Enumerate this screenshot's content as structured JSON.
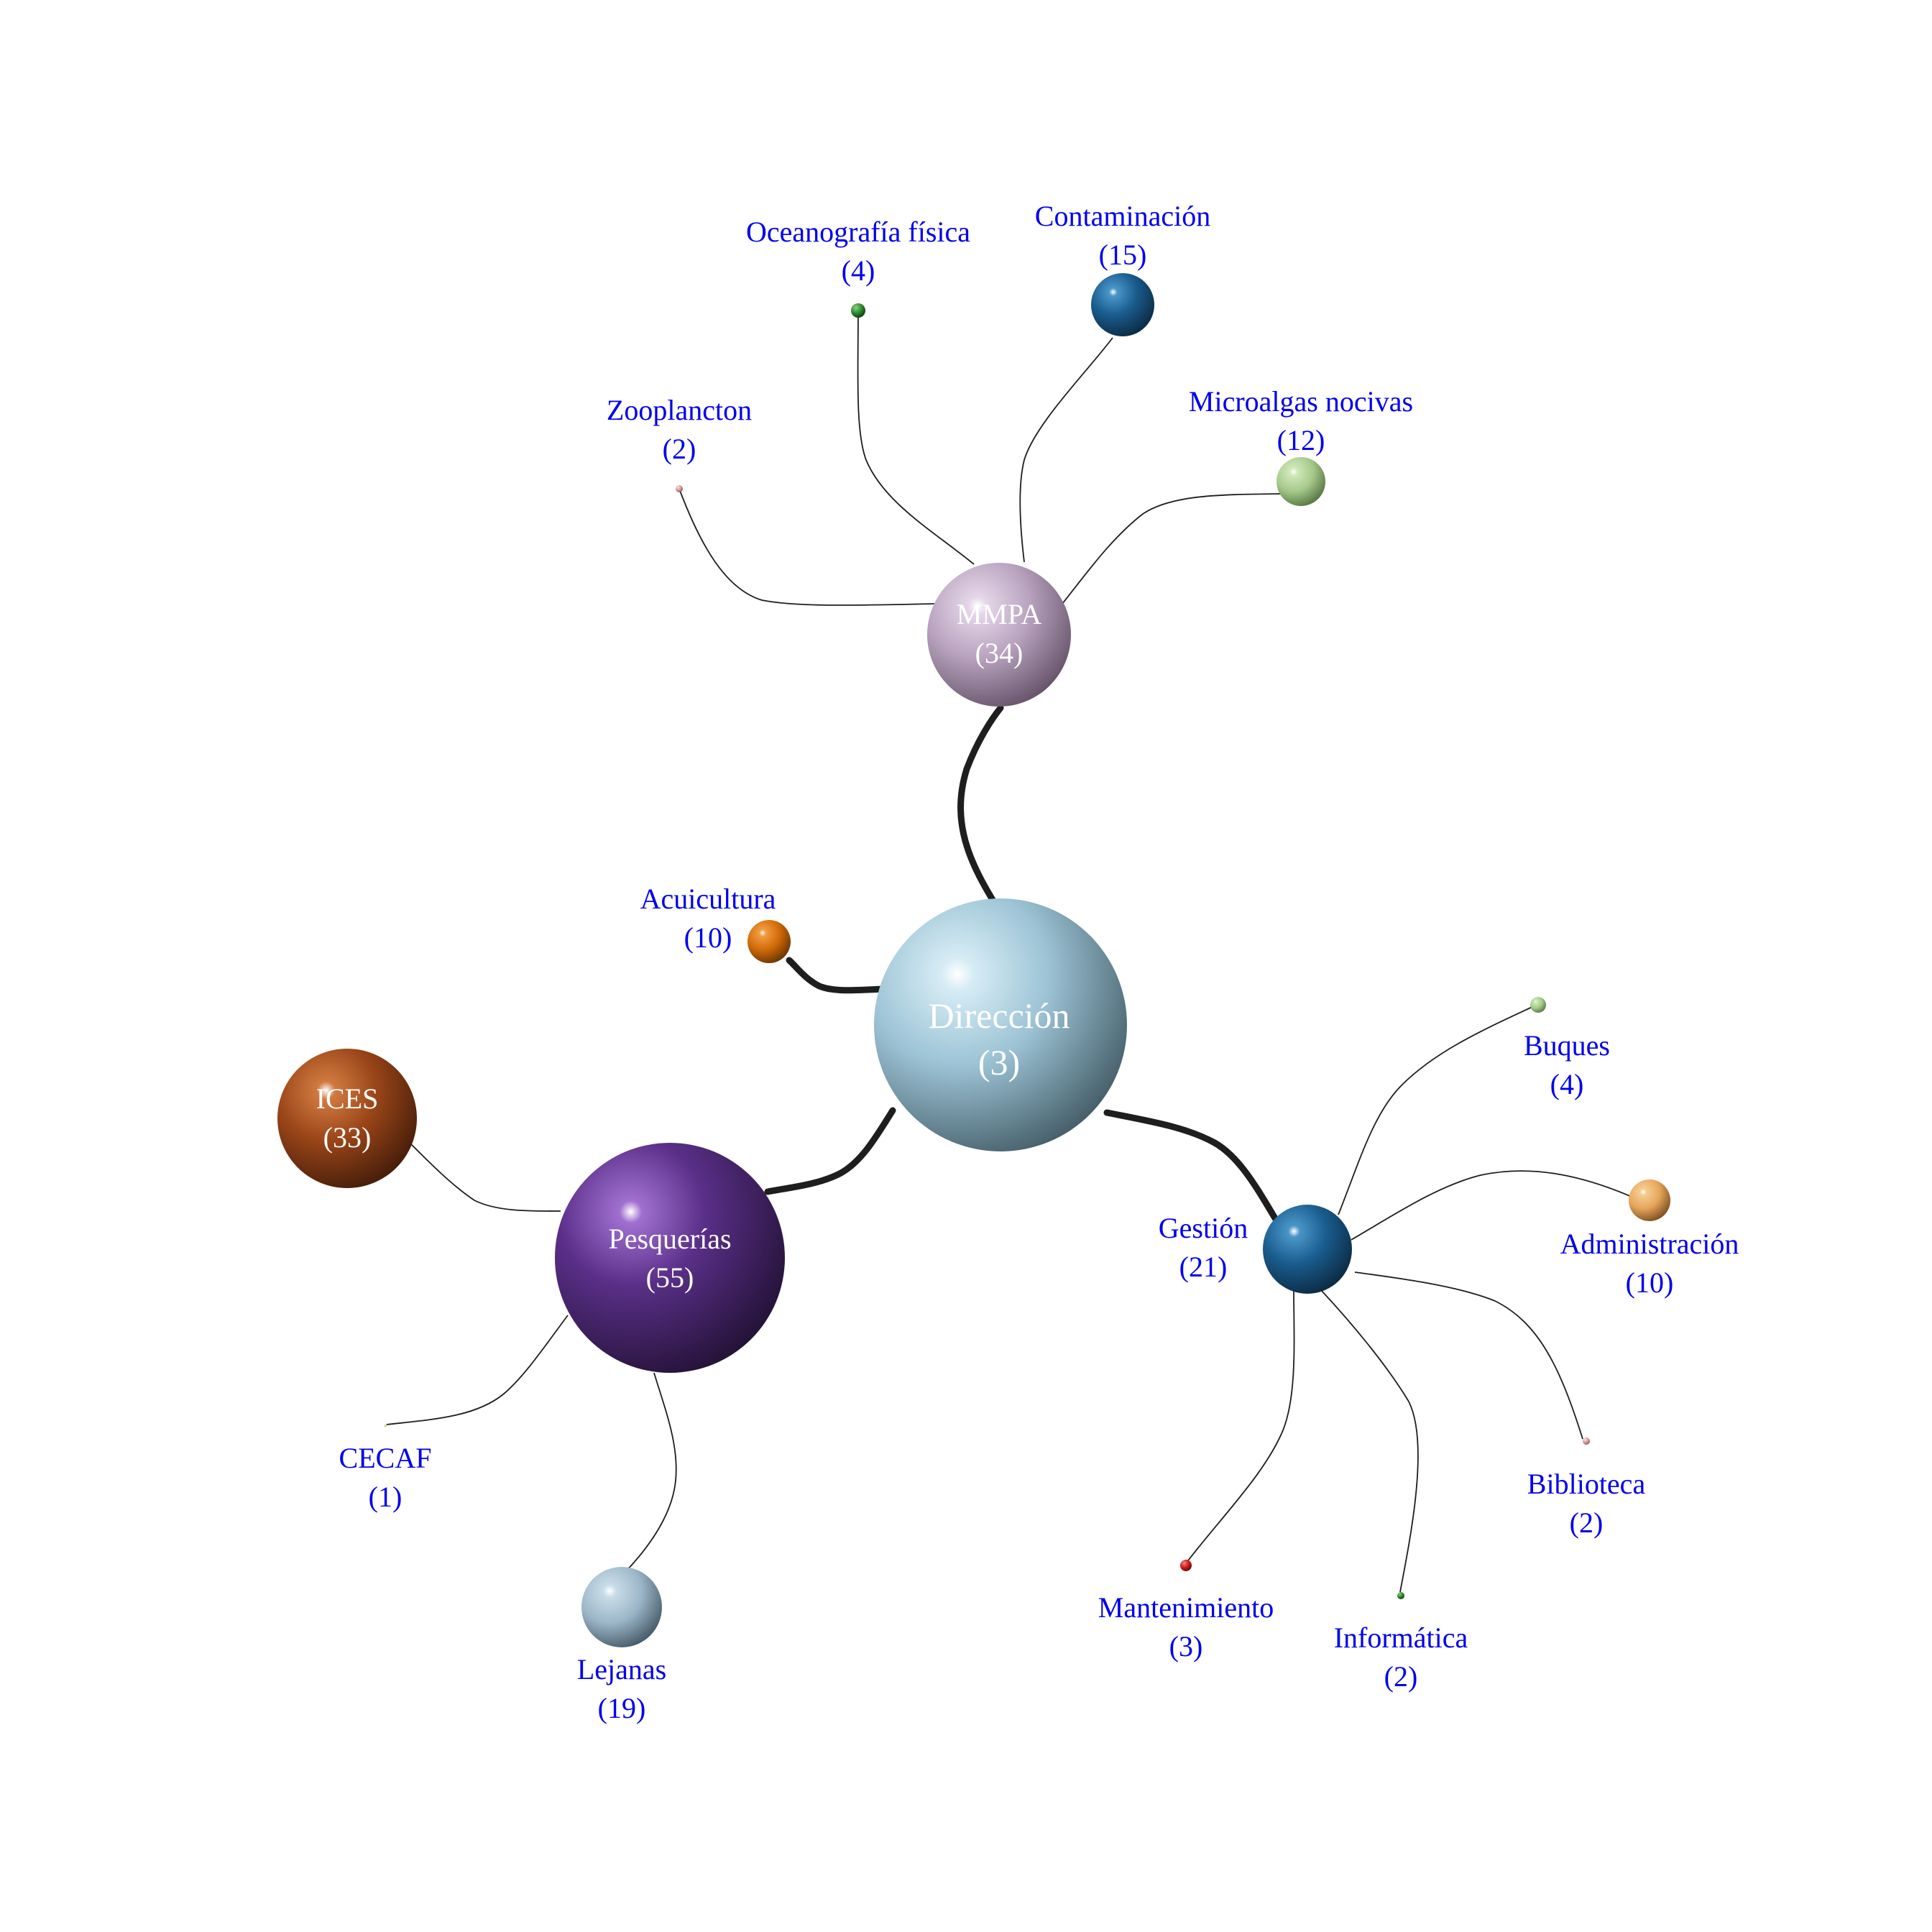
{
  "nodes": {
    "direccion": {
      "name": "Dirección",
      "count": "(3)",
      "color": "#9cc3d5"
    },
    "mmpa": {
      "name": "MMPA",
      "count": "(34)",
      "color": "#b9a3bf"
    },
    "pesquerias": {
      "name": "Pesquerías",
      "count": "(55)",
      "color": "#4f2a7a"
    },
    "gestion": {
      "name": "Gestión",
      "count": "(21)",
      "color": "#1a5d8f"
    },
    "acuicultura": {
      "name": "Acuicultura",
      "count": "(10)",
      "color": "#d06a08"
    },
    "ices": {
      "name": "ICES",
      "count": "(33)",
      "color": "#9a4518"
    },
    "cecaf": {
      "name": "CECAF",
      "count": "(1)",
      "color": "#e2e0a8"
    },
    "lejanas": {
      "name": "Lejanas",
      "count": "(19)",
      "color": "#9bb6c8"
    },
    "zooplancton": {
      "name": "Zooplancton",
      "count": "(2)",
      "color": "#d99a9a"
    },
    "oceanografia": {
      "name": "Oceanografía física",
      "count": "(4)",
      "color": "#2a8a2a"
    },
    "contaminacion": {
      "name": "Contaminación",
      "count": "(15)",
      "color": "#1a5d8f"
    },
    "microalgas": {
      "name": "Microalgas nocivas",
      "count": "(12)",
      "color": "#a6c98b"
    },
    "buques": {
      "name": "Buques",
      "count": "(4)",
      "color": "#a6c98b"
    },
    "administracion": {
      "name": "Administración",
      "count": "(10)",
      "color": "#e6a55a"
    },
    "biblioteca": {
      "name": "Biblioteca",
      "count": "(2)",
      "color": "#d99a9a"
    },
    "informatica": {
      "name": "Informática",
      "count": "(2)",
      "color": "#2a8a2a"
    },
    "mantenimiento": {
      "name": "Mantenimiento",
      "count": "(3)",
      "color": "#cc1a1a"
    }
  }
}
